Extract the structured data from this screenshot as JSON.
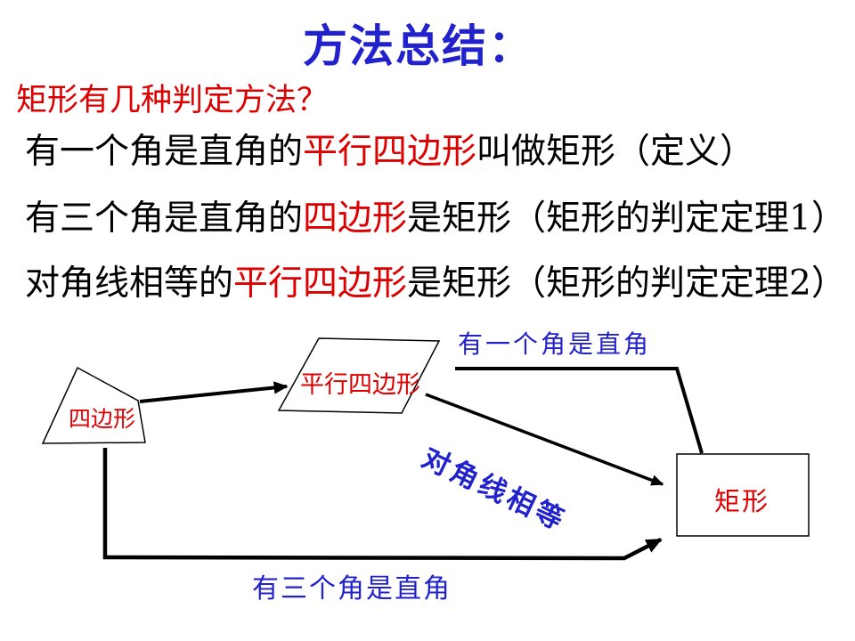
{
  "title": "方法总结：",
  "question": "矩形有几种判定方法？",
  "statements": {
    "line1": {
      "pre": "有一个角是直角的",
      "highlight": "平行四边形",
      "post": "叫做矩形（定义）"
    },
    "line2": {
      "pre": "有三个角是直角的",
      "highlight": "四边形",
      "post": "是矩形（矩形的判定定理1）"
    },
    "line3": {
      "pre": "对角线相等的",
      "highlight": "平行四边形",
      "post": "是矩形（矩形的判定定理2）"
    }
  },
  "diagram": {
    "nodes": {
      "quadrilateral": "四边形",
      "parallelogram": "平行四边形",
      "rectangle": "矩形"
    },
    "edges": {
      "one_right_angle": "有一个角是直角",
      "diagonals_equal": "对角线相等",
      "three_right_angles": "有三个角是直角"
    }
  },
  "colors": {
    "title_blue": "#2222cc",
    "highlight_red": "#dd0000",
    "line_black": "#000000"
  }
}
